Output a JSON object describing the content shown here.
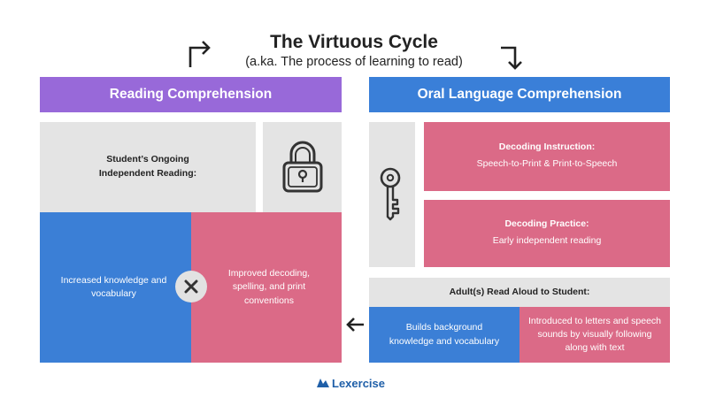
{
  "header": {
    "title": "The Virtuous Cycle",
    "subtitle": "(a.ka. The process of learning to read)"
  },
  "left": {
    "heading": "Reading Comprehension",
    "independent_reading": "Student’s Ongoing Independent Reading:",
    "knowledge": "Increased knowledge and vocabulary",
    "decoding": "Improved decoding, spelling, and print conventions"
  },
  "right": {
    "heading": "Oral Language Comprehension",
    "instruction_title": "Decoding Instruction:",
    "instruction_text": "Speech-to-Print & Print-to-Speech",
    "practice_title": "Decoding Practice:",
    "practice_text": "Early independent reading",
    "read_aloud": "Adult(s) Read Aloud to Student:",
    "background": "Builds background knowledge and vocabulary",
    "letters": "Introduced to letters and speech sounds by visually following along with text"
  },
  "brand": {
    "logo_text": "Lexercise"
  },
  "colors": {
    "purple": "#9869d9",
    "blue": "#3b7fd6",
    "pink": "#db6a87",
    "gray": "#e4e4e4"
  }
}
